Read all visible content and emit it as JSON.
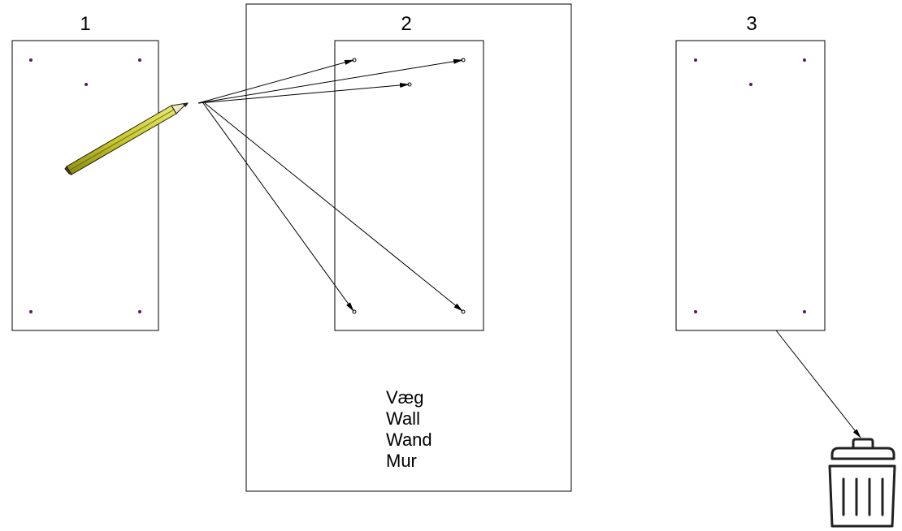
{
  "steps": {
    "step1": {
      "number": "1"
    },
    "step2": {
      "number": "2"
    },
    "step3": {
      "number": "3"
    }
  },
  "wall_labels": [
    "Væg",
    "Wall",
    "Wand",
    "Mur"
  ],
  "icons": {
    "pencil": "pencil-icon",
    "trash": "trash-icon"
  },
  "colors": {
    "pencil_body": "#c8c832",
    "mark_dot": "#5a1a5a"
  }
}
